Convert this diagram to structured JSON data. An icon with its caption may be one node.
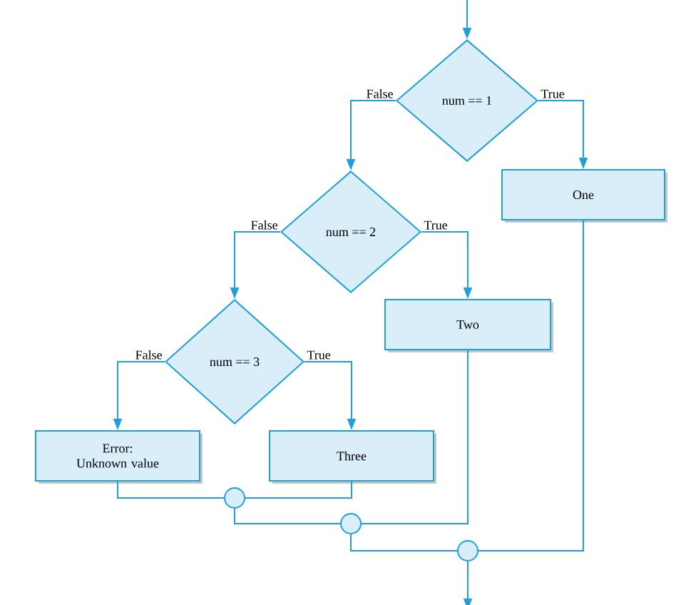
{
  "diagram": {
    "nodes": [
      {
        "text": [
          "num == 1"
        ]
      },
      {
        "text": [
          "num == 2"
        ]
      },
      {
        "text": [
          "One"
        ]
      },
      {
        "text": [
          "num == 3"
        ]
      },
      {
        "text": [
          "Two"
        ]
      },
      {
        "text": [
          "Error: Unknown value"
        ]
      },
      {
        "text": [
          "Three"
        ]
      },
      {
        "text": [],
        "shape": "circle"
      },
      {
        "text": [],
        "shape": "circle"
      },
      {
        "text": [],
        "shape": "circle"
      }
    ],
    "edges": [
      {
        "from": null,
        "to": 0,
        "arrow": "to"
      },
      {
        "from": 0,
        "to": 1,
        "arrow": "to",
        "label": "False"
      },
      {
        "from": 0,
        "to": 2,
        "arrow": "to",
        "label": "True"
      },
      {
        "from": 1,
        "to": 3,
        "arrow": "to",
        "label": "False"
      },
      {
        "from": 1,
        "to": 4,
        "arrow": "to",
        "label": "True"
      },
      {
        "from": 3,
        "to": 5,
        "arrow": "to",
        "label": "False"
      },
      {
        "from": 3,
        "to": 6,
        "arrow": "to",
        "label": "True"
      },
      {
        "from": 5,
        "to": 7,
        "arrow": "none"
      },
      {
        "from": 6,
        "to": 7,
        "arrow": "none"
      },
      {
        "from": 7,
        "to": 8,
        "arrow": "none"
      },
      {
        "from": 4,
        "to": 8,
        "arrow": "none"
      },
      {
        "from": 8,
        "to": 9,
        "arrow": "none"
      },
      {
        "from": 2,
        "to": 9,
        "arrow": "none"
      },
      {
        "from": 9,
        "to": null,
        "arrow": "to"
      }
    ]
  }
}
